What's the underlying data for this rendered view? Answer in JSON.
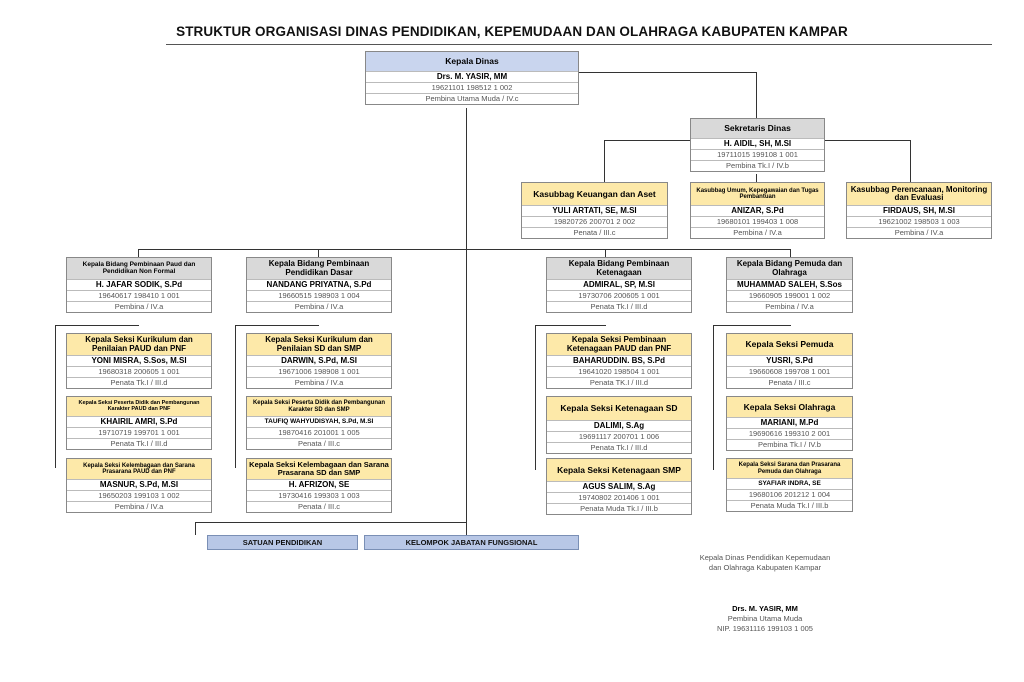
{
  "title": "STRUKTUR ORGANISASI DINAS PENDIDIKAN, KEPEMUDAAN DAN OLAHRAGA KABUPATEN KAMPAR",
  "kepala": {
    "title": "Kepala Dinas",
    "name": "Drs. M. YASIR, MM",
    "nip": "19621101 198512 1 002",
    "rank": "Pembina Utama Muda / IV.c"
  },
  "sekretaris": {
    "title": "Sekretaris Dinas",
    "name": "H. AIDIL, SH, M.SI",
    "nip": "19711015 199108 1 001",
    "rank": "Pembina Tk.I / IV.b"
  },
  "kasubbag": [
    {
      "title": "Kasubbag Keuangan dan Aset",
      "name": "YULI ARTATI, SE, M.SI",
      "nip": "19820726 200701 2 002",
      "rank": "Penata / III.c"
    },
    {
      "title": "Kasubbag Umum, Kepegawaian dan Tugas Pembantuan",
      "name": "ANIZAR, S.Pd",
      "nip": "19680101 199403 1 008",
      "rank": "Pembina / IV.a"
    },
    {
      "title": "Kasubbag Perencanaan, Monitoring dan Evaluasi",
      "name": "FIRDAUS, SH, M.SI",
      "nip": "19621002 198503 1 003",
      "rank": "Pembina / IV.a"
    }
  ],
  "bidang": [
    {
      "title": "Kepala Bidang Pembinaan Paud dan Pendidikan Non Formal",
      "name": "H. JAFAR SODIK, S.Pd",
      "nip": "19640617 198410 1 001",
      "rank": "Pembina / IV.a",
      "seksi": [
        {
          "title": "Kepala Seksi Kurikulum dan Penilaian PAUD dan PNF",
          "name": "YONI MISRA, S.Sos, M.SI",
          "nip": "19680318 200605 1 001",
          "rank": "Penata Tk.I / III.d"
        },
        {
          "title": "Kepala Seksi Peserta Didik dan Pembangunan Karakter PAUD dan PNF",
          "name": "KHAIRIL AMRI, S.Pd",
          "nip": "19710719 199701 1 001",
          "rank": "Penata Tk.I / III.d"
        },
        {
          "title": "Kepala Seksi Kelembagaan dan Sarana Prasarana PAUD dan PNF",
          "name": "MASNUR, S.Pd, M.SI",
          "nip": "19650203 199103 1 002",
          "rank": "Pembina / IV.a"
        }
      ]
    },
    {
      "title": "Kepala Bidang Pembinaan Pendidikan Dasar",
      "name": "NANDANG PRIYATNA, S.Pd",
      "nip": "19660515 198903 1 004",
      "rank": "Pembina / IV.a",
      "seksi": [
        {
          "title": "Kepala Seksi Kurikulum dan Penilaian SD dan SMP",
          "name": "DARWIN, S.Pd, M.SI",
          "nip": "19671006 198908 1 001",
          "rank": "Pembina / IV.a"
        },
        {
          "title": "Kepala Seksi Peserta Didik dan Pembangunan Karakter SD dan SMP",
          "name": "TAUFIQ WAHYUDISYAH, S.Pd, M.SI",
          "nip": "19870416 201001 1 005",
          "rank": "Penata / III.c"
        },
        {
          "title": "Kepala Seksi Kelembagaan dan Sarana Prasarana SD dan SMP",
          "name": "H. AFRIZON, SE",
          "nip": "19730416 199303 1 003",
          "rank": "Penata / III.c"
        }
      ]
    },
    {
      "title": "Kepala Bidang Pembinaan Ketenagaan",
      "name": "ADMIRAL, SP, M.SI",
      "nip": "19730706 200605 1 001",
      "rank": "Penata Tk.I / III.d",
      "seksi": [
        {
          "title": "Kepala Seksi Pembinaan Ketenagaan PAUD dan PNF",
          "name": "BAHARUDDIN. BS, S.Pd",
          "nip": "19641020 198504 1 001",
          "rank": "Penata TK.I / III.d"
        },
        {
          "title": "Kepala Seksi Ketenagaan SD",
          "name": "DALIMI, S.Ag",
          "nip": "19691117 200701 1 006",
          "rank": "Penata Tk.I / III.d"
        },
        {
          "title": "Kepala Seksi Ketenagaan SMP",
          "name": "AGUS SALIM, S.Ag",
          "nip": "19740802 201406 1 001",
          "rank": "Penata Muda Tk.I / III.b"
        }
      ]
    },
    {
      "title": "Kepala Bidang Pemuda dan Olahraga",
      "name": "MUHAMMAD SALEH, S.Sos",
      "nip": "19660905 199001 1 002",
      "rank": "Pembina / IV.a",
      "seksi": [
        {
          "title": "Kepala Seksi Pemuda",
          "name": "YUSRI, S.Pd",
          "nip": "19660608 199708 1 001",
          "rank": "Penata / III.c"
        },
        {
          "title": "Kepala Seksi Olahraga",
          "name": "MARIANI, M.Pd",
          "nip": "19690616 199310 2 001",
          "rank": "Pembina Tk.I / IV.b"
        },
        {
          "title": "Kepala Seksi Sarana dan Prasarana Pemuda dan Olahraga",
          "name": "SYAFIAR INDRA, SE",
          "nip": "19680106 201212 1 004",
          "rank": "Penata Muda Tk.I / III.b"
        }
      ]
    }
  ],
  "satuan": "SATUAN PENDIDIKAN",
  "kelompok": "KELOMPOK JABATAN FUNGSIONAL",
  "signature": {
    "line1": "Kepala Dinas Pendidikan Kepemudaan",
    "line2": "dan Olahraga Kabupaten Kampar",
    "name": "Drs. M. YASIR, MM",
    "rank": "Pembina Utama Muda",
    "nip": "NIP. 19631116 199103 1 005"
  }
}
